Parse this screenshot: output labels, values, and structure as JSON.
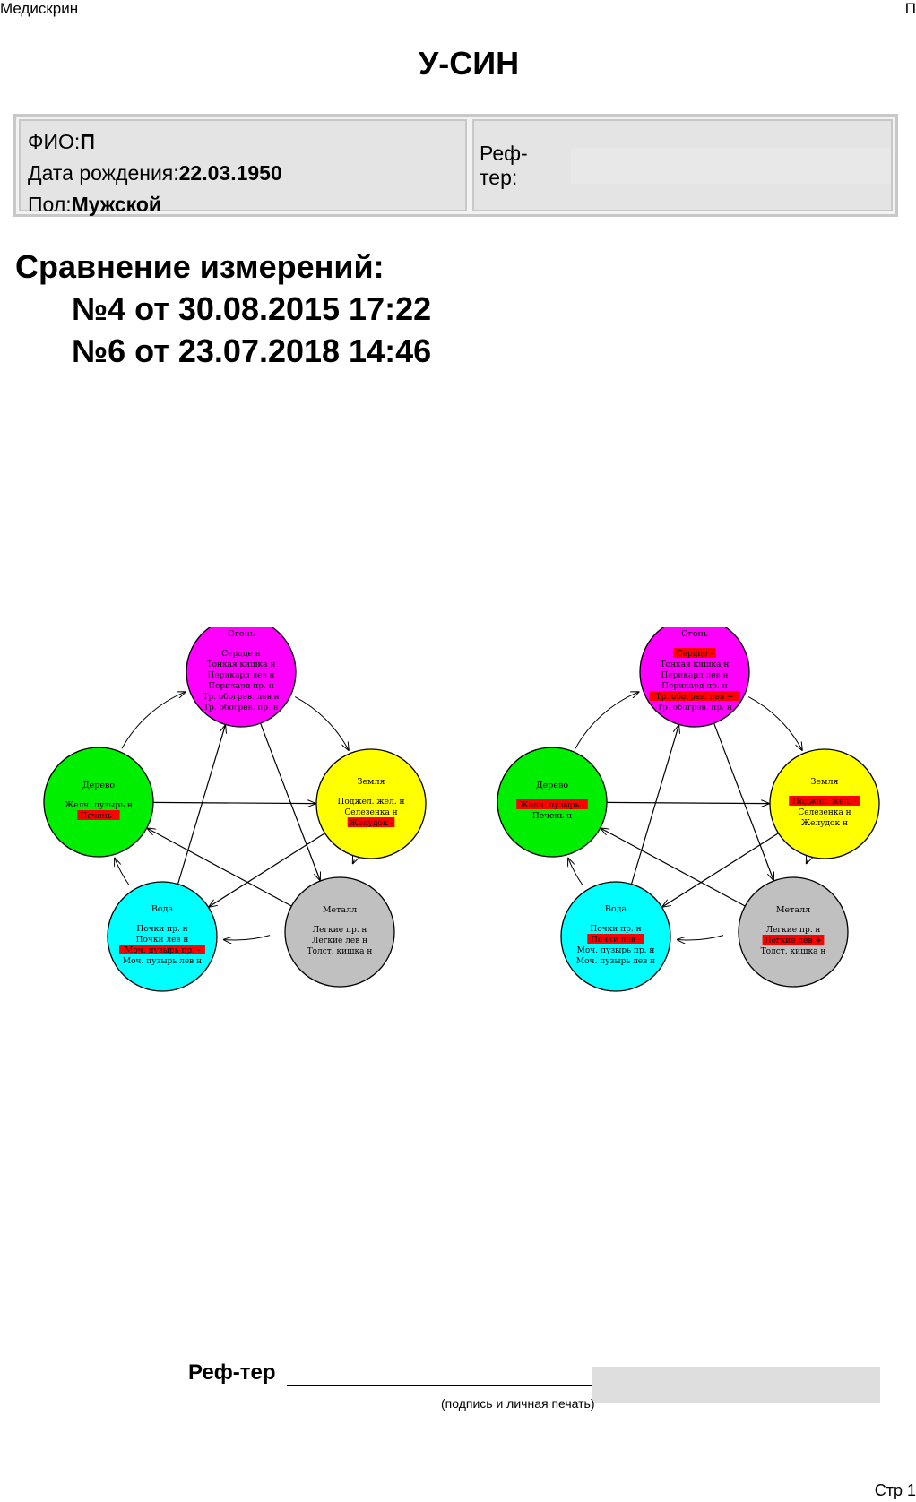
{
  "header": {
    "app_name": "Медискрин",
    "right_mark": "П"
  },
  "title": "У-СИН",
  "patient": {
    "fio_label": "ФИО:",
    "fio": "П",
    "birth_label": "Дата рождения:",
    "birth": "22.03.1950",
    "sex_label": "Пол:",
    "sex": "Мужской",
    "ref_label": "Реф-тер:"
  },
  "comparison": {
    "heading": "Сравнение измерений:",
    "measure1": "№4 от 30.08.2015 17:22",
    "measure2": "№6 от 23.07.2018 14:46"
  },
  "diagrams": [
    {
      "elements": [
        {
          "name": "Огонь",
          "color": "#ff00ff",
          "items": [
            {
              "text": "Сердце н",
              "highlight": false
            },
            {
              "text": "Тонкая кишка н",
              "highlight": false
            },
            {
              "text": "Перикард лев н",
              "highlight": false
            },
            {
              "text": "Перикард пр. н",
              "highlight": false
            },
            {
              "text": "Тр. обогрев. лев н",
              "highlight": false
            },
            {
              "text": "Тр. обогрев. пр. н",
              "highlight": false
            }
          ]
        },
        {
          "name": "Земля",
          "color": "#ffff00",
          "items": [
            {
              "text": "Поджел. жел. н",
              "highlight": false
            },
            {
              "text": "Селезенка н",
              "highlight": false
            },
            {
              "text": "Желудок -",
              "highlight": true
            }
          ]
        },
        {
          "name": "Металл",
          "color": "#c0c0c0",
          "items": [
            {
              "text": "Легкие пр. н",
              "highlight": false
            },
            {
              "text": "Легкие лев н",
              "highlight": false
            },
            {
              "text": "Толст. кишка н",
              "highlight": false
            }
          ]
        },
        {
          "name": "Вода",
          "color": "#00ffff",
          "items": [
            {
              "text": "Почки пр. н",
              "highlight": false
            },
            {
              "text": "Почки лев н",
              "highlight": false
            },
            {
              "text": "Моч. пузырь пр. -",
              "highlight": true
            },
            {
              "text": "Моч. пузырь лев н",
              "highlight": false
            }
          ]
        },
        {
          "name": "Дерево",
          "color": "#00ee00",
          "items": [
            {
              "text": "Желч. пузырь н",
              "highlight": false
            },
            {
              "text": "Печень -",
              "highlight": true
            }
          ]
        }
      ]
    },
    {
      "elements": [
        {
          "name": "Огонь",
          "color": "#ff00ff",
          "items": [
            {
              "text": "Сердце -",
              "highlight": true
            },
            {
              "text": "Тонкая кишка н",
              "highlight": false
            },
            {
              "text": "Перикард лев н",
              "highlight": false
            },
            {
              "text": "Перикард пр. н",
              "highlight": false
            },
            {
              "text": "Тр. обогрев. лев +",
              "highlight": true
            },
            {
              "text": "Тр. обогрев. пр. н",
              "highlight": false
            }
          ]
        },
        {
          "name": "Земля",
          "color": "#ffff00",
          "items": [
            {
              "text": "Поджел. жел. -",
              "highlight": true
            },
            {
              "text": "Селезенка н",
              "highlight": false
            },
            {
              "text": "Желудок н",
              "highlight": false
            }
          ]
        },
        {
          "name": "Металл",
          "color": "#c0c0c0",
          "items": [
            {
              "text": "Легкие пр. н",
              "highlight": false
            },
            {
              "text": "Легкие лев +",
              "highlight": true
            },
            {
              "text": "Толст. кишка н",
              "highlight": false
            }
          ]
        },
        {
          "name": "Вода",
          "color": "#00ffff",
          "items": [
            {
              "text": "Почки пр. н",
              "highlight": false
            },
            {
              "text": "Почки лев -",
              "highlight": true
            },
            {
              "text": "Моч. пузырь пр. н",
              "highlight": false
            },
            {
              "text": "Моч. пузырь лев н",
              "highlight": false
            }
          ]
        },
        {
          "name": "Дерево",
          "color": "#00ee00",
          "items": [
            {
              "text": "Желч. пузырь -",
              "highlight": true
            },
            {
              "text": "Печень н",
              "highlight": false
            }
          ]
        }
      ]
    }
  ],
  "signature": {
    "label": "Реф-тер",
    "note": "(подпись и личная печать)"
  },
  "footer": {
    "page": "Стр 1"
  }
}
